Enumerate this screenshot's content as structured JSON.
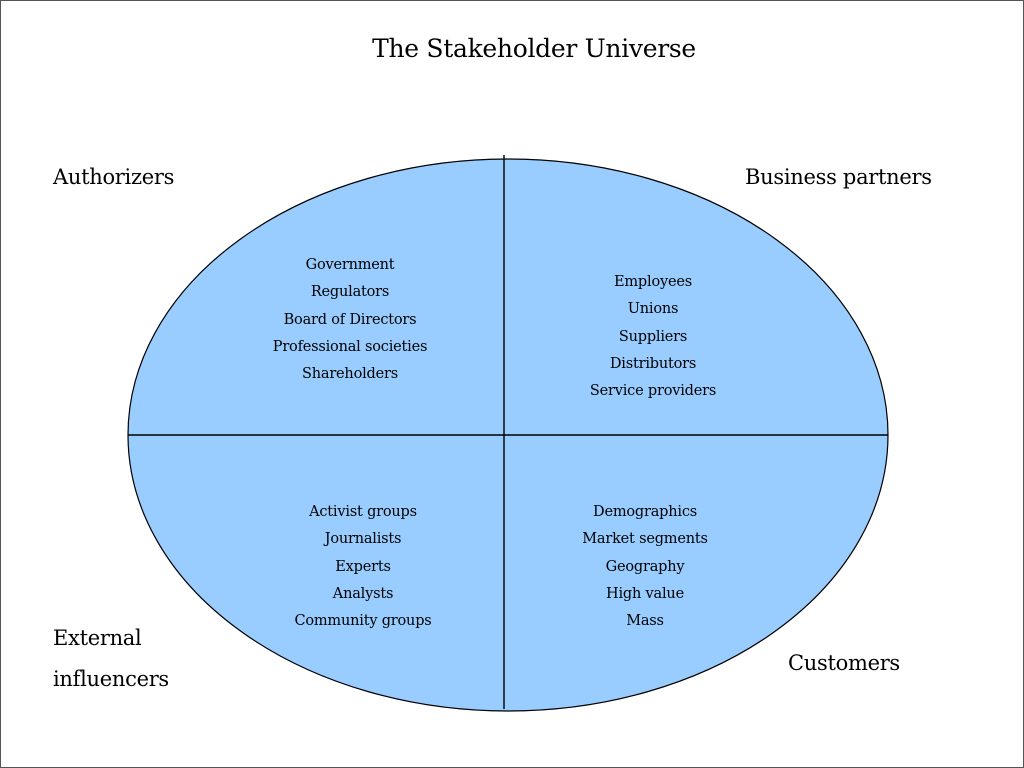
{
  "slide": {
    "title": "The Stakeholder Universe"
  },
  "colors": {
    "ellipse_fill": "#99CCFF",
    "ellipse_stroke": "#000000",
    "background": "#FFFFFF"
  },
  "quadrants": {
    "top_left": {
      "label": "Authorizers",
      "items": [
        "Government",
        "Regulators",
        "Board of Directors",
        "Professional societies",
        "Shareholders"
      ]
    },
    "top_right": {
      "label": "Business partners",
      "items": [
        "Employees",
        "Unions",
        "Suppliers",
        "Distributors",
        "Service providers"
      ]
    },
    "bottom_left": {
      "label_line1": "External",
      "label_line2": "influencers",
      "items": [
        "Activist groups",
        "Journalists",
        "Experts",
        "Analysts",
        "Community groups"
      ]
    },
    "bottom_right": {
      "label": "Customers",
      "items": [
        "Demographics",
        "Market segments",
        "Geography",
        "High value",
        "Mass"
      ]
    }
  }
}
